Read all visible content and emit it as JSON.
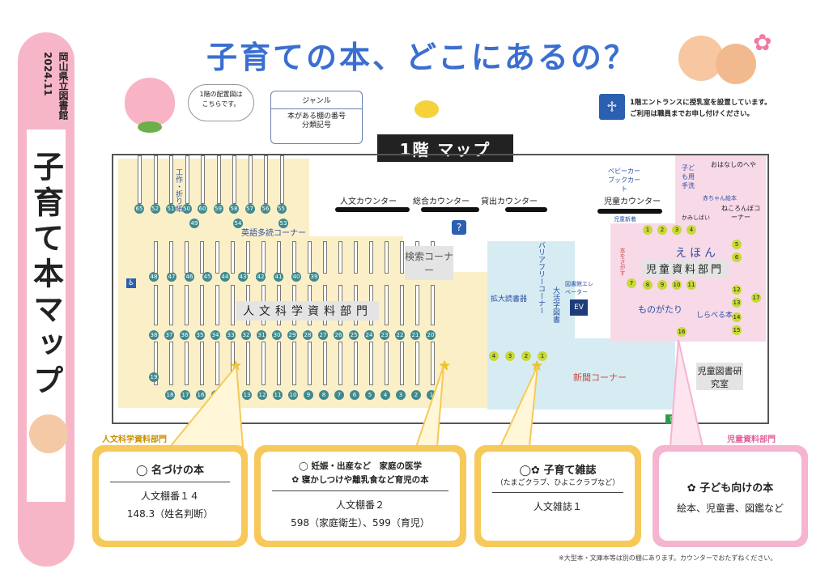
{
  "header": {
    "vertical_title": "子育て本マップ",
    "date": "2024.11",
    "library": "岡山県立図書館",
    "main_title": "子育ての本、どこにあるの？",
    "bubble_line1": "1階の配置図は",
    "bubble_line2": "こちらです。",
    "legend_head": "ジャンル",
    "legend_line1": "本がある棚の番号",
    "legend_line2": "分類記号",
    "floor": "1階 マップ",
    "nursing_line1": "1階エントランスに授乳室を設置しています。",
    "nursing_line2": "ご利用は職員までお申し付けください。"
  },
  "map": {
    "craft": "工作・折り紙",
    "english": "英語多読コーナー",
    "humanities": "人文科学資料部門",
    "search": "検索コーナー",
    "counter_humanities": "人文カウンター",
    "counter_general": "総合カウンター",
    "counter_lending": "貸出カウンター",
    "counter_children": "児童カウンター",
    "barrier_free": "バリアフリーコーナー",
    "magnifier": "拡大読書器",
    "large_print": "大活字図書",
    "elevator": "EV",
    "elevator_label": "図書館エレベーター",
    "newspaper": "新聞コーナー",
    "stroller": "ベビーカー ブックカート",
    "kids_wash": "子ども用手洗",
    "story_room": "おはなしのへや",
    "baby_books": "赤ちゃん絵本",
    "kamishibai": "かみしばい",
    "neko": "ねころんぼコーナー",
    "ehon": "えほん",
    "children_dept": "児童資料部門",
    "monogatari": "ものがたり",
    "shiraberu": "しらべる本",
    "children_study": "児童図書研究室",
    "kids_new": "児童新着",
    "honwo": "本をさがす",
    "label_humanities": "人文科学資料部門",
    "label_children": "児童資料部門",
    "top_shelves": [
      "65",
      "52",
      "51",
      "50",
      "60",
      "59",
      "58",
      "57",
      "56",
      "55"
    ],
    "mid_nums": [
      "48",
      "47",
      "46",
      "45",
      "44",
      "43",
      "42",
      "41",
      "40",
      "39"
    ],
    "row_nums": [
      "38",
      "37",
      "36",
      "35",
      "34",
      "33",
      "32",
      "31",
      "30",
      "29",
      "28",
      "27",
      "26",
      "25",
      "24",
      "23",
      "22",
      "21",
      "20"
    ],
    "bottom_nums": [
      "18",
      "17",
      "16",
      "15",
      "14",
      "13",
      "12",
      "11",
      "10",
      "9",
      "8",
      "7",
      "6",
      "5",
      "4",
      "3",
      "2",
      "1"
    ],
    "nums_misc": [
      "49",
      "54",
      "53",
      "19"
    ],
    "mag_nums": [
      "4",
      "3",
      "2",
      "1"
    ],
    "kid_nums": [
      "1",
      "2",
      "3",
      "4",
      "5",
      "6",
      "7",
      "8",
      "9",
      "10",
      "11",
      "12",
      "13",
      "14",
      "15",
      "16",
      "17"
    ]
  },
  "cards": [
    {
      "title": "名づけの本",
      "sub": "",
      "line1": "人文棚番１４",
      "line2": "148.3（姓名判断）",
      "color": "#f6c95a"
    },
    {
      "title": "妊娠・出産など　家庭の医学",
      "sub": "寝かしつけや離乳食など育児の本",
      "line1": "人文棚番２",
      "line2": "598（家庭衛生）、599（育児）",
      "color": "#f6c95a"
    },
    {
      "title": "子育て雑誌",
      "sub": "（たまごクラブ、ひよこクラブなど）",
      "line1": "人文雑誌１",
      "line2": "",
      "color": "#f6c95a"
    },
    {
      "title": "子ども向けの本",
      "sub": "",
      "line1": "絵本、児童書、図鑑など",
      "line2": "",
      "color": "#f5b4cf"
    }
  ],
  "footnote": "※大型本・文庫本等は別の棚にあります。カウンターでおたずねください。",
  "colors": {
    "humanities_zone": "#fbefc8",
    "barrier_zone": "#d6ecf2",
    "children_zone": "#f7d9e8",
    "title": "#3b6fcf"
  }
}
